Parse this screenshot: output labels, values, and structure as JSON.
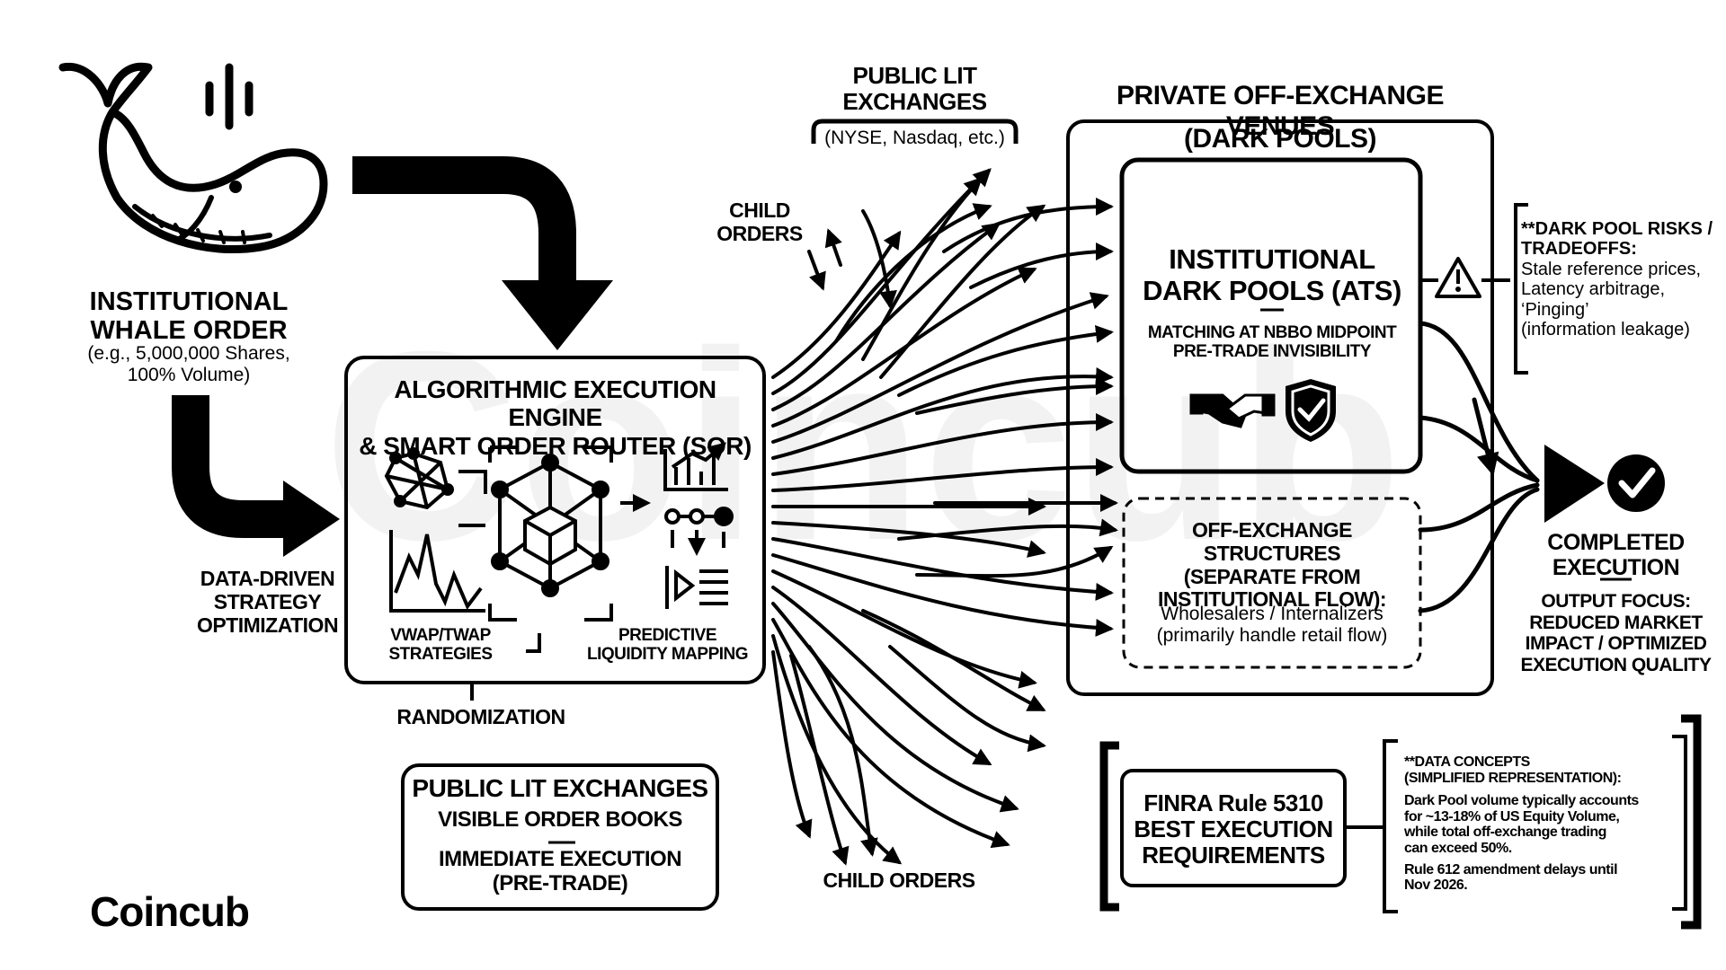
{
  "whale": {
    "title_line1": "INSTITUTIONAL",
    "title_line2": "WHALE ORDER",
    "sub_line1": "(e.g., 5,000,000 Shares,",
    "sub_line2": "100% Volume)"
  },
  "data_driven": {
    "line1": "DATA-DRIVEN",
    "line2": "STRATEGY",
    "line3": "OPTIMIZATION"
  },
  "engine": {
    "title_line1": "ALGORITHMIC EXECUTION ENGINE",
    "title_line2": "& SMART ORDER ROUTER (SOR)",
    "vwap_line1": "VWAP/TWAP",
    "vwap_line2": "STRATEGIES",
    "predictive_line1": "PREDICTIVE",
    "predictive_line2": "LIQUIDITY MAPPING",
    "randomization": "RANDOMIZATION"
  },
  "lit_box": {
    "title": "PUBLIC LIT EXCHANGES",
    "line1": "VISIBLE ORDER BOOKS",
    "line2": "IMMEDIATE EXECUTION",
    "line3": "(PRE-TRADE)"
  },
  "brand": {
    "name": "Coincub",
    "watermark": "Coincub"
  },
  "top_lit": {
    "line1": "PUBLIC LIT",
    "line2": "EXCHANGES",
    "examples": "(NYSE, Nasdaq, etc.)"
  },
  "child_orders_top": {
    "line1": "CHILD",
    "line2": "ORDERS"
  },
  "child_orders_bottom": "CHILD ORDERS",
  "private": {
    "title": "PRIVATE OFF-EXCHANGE VENUES",
    "subtitle": "(DARK POOLS)",
    "ats_line1": "INSTITUTIONAL",
    "ats_line2": "DARK POOLS (ATS)",
    "ats_detail1": "MATCHING AT NBBO MIDPOINT",
    "ats_detail2": "PRE-TRADE INVISIBILITY",
    "offex_line1": "OFF-EXCHANGE STRUCTURES",
    "offex_line2": "(SEPARATE FROM",
    "offex_line3": "INSTITUTIONAL FLOW):",
    "offex_detail1": "Wholesalers / Internalizers",
    "offex_detail2": "(primarily handle retail flow)"
  },
  "risks": {
    "title_line1": "**DARK POOL RISKS /",
    "title_line2": "TRADEOFFS:",
    "line1": "Stale reference prices,",
    "line2": "Latency arbitrage,",
    "line3": "‘Pinging’",
    "line4": "(information leakage)"
  },
  "completed": {
    "line1": "COMPLETED",
    "line2": "EXECUTION",
    "focus1": "OUTPUT FOCUS:",
    "focus2": "REDUCED MARKET",
    "focus3": "IMPACT / OPTIMIZED",
    "focus4": "EXECUTION QUALITY"
  },
  "finra": {
    "line1": "FINRA Rule 5310",
    "line2": "BEST EXECUTION",
    "line3": "REQUIREMENTS"
  },
  "data_concepts": {
    "title1": "**DATA CONCEPTS",
    "title2": "(SIMPLIFIED REPRESENTATION):",
    "p1_line1": "Dark Pool volume typically accounts",
    "p1_line2": "for ~13-18% of US Equity Volume,",
    "p1_line3": "while total off-exchange trading",
    "p1_line4": "can exceed 50%.",
    "p2_line1": "Rule 612 amendment delays until",
    "p2_line2": "Nov 2026."
  },
  "icons": [
    "whale-icon",
    "network-icon",
    "cube-network-icon",
    "bar-chart-icon",
    "line-chart-icon",
    "nodes-icon",
    "list-icon",
    "handshake-icon",
    "shield-check-icon",
    "warning-icon",
    "check-circle-icon"
  ]
}
